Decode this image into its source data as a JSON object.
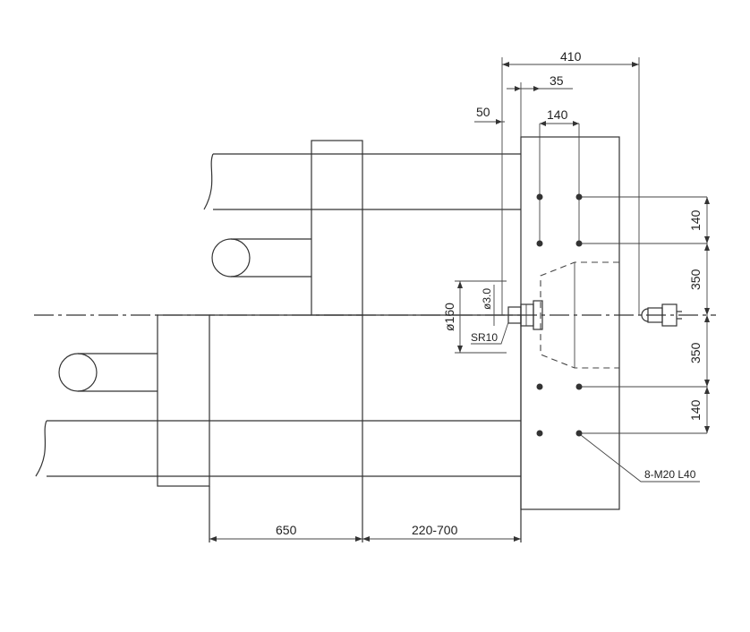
{
  "colors": {
    "line": "#333333",
    "background": "#ffffff"
  },
  "dimensions": {
    "overall_width": "410",
    "offset_35": "35",
    "offset_50": "50",
    "pitch_140_top": "140",
    "bolt_v_140_upper": "140",
    "bolt_v_350_upper": "350",
    "bolt_v_350_lower": "350",
    "bolt_v_140_lower": "140",
    "diameter_160": "ø160",
    "diameter_3": "ø3.0",
    "sphere_radius": "SR10",
    "stroke_650": "650",
    "daylight_range": "220-700",
    "bolt_callout": "8-M20 L40"
  }
}
